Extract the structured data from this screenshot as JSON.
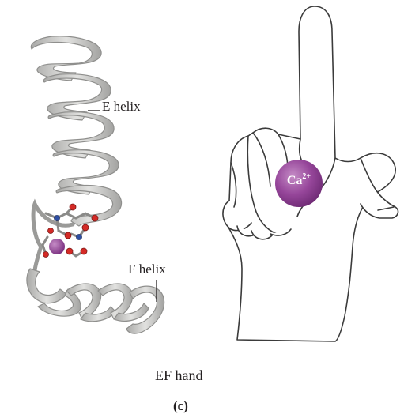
{
  "labels": {
    "e_helix": "E helix",
    "f_helix": "F helix",
    "ef_hand": "EF hand",
    "panel": "(c)"
  },
  "ion": {
    "symbol": "Ca",
    "charge": "2+"
  },
  "colors": {
    "helix_fill": "#c9c9c7",
    "helix_stroke": "#8f8f8d",
    "calcium": "#8e3f93",
    "calcium_light": "#b872b9",
    "oxygen": "#d42a26",
    "nitrogen": "#2e4fa3",
    "carbon_bond": "#8a8a88",
    "hand_outline": "#3b3b3b",
    "text": "#231f20"
  }
}
